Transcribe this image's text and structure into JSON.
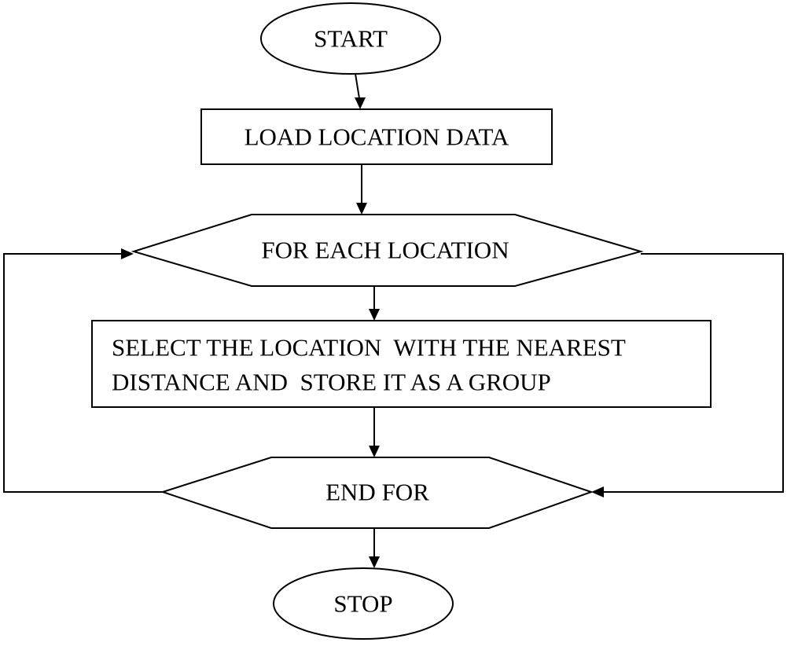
{
  "diagram": {
    "type": "flowchart",
    "nodes": {
      "start": {
        "shape": "ellipse",
        "label": "START"
      },
      "load": {
        "shape": "rectangle",
        "label": "LOAD LOCATION DATA"
      },
      "for_each": {
        "shape": "hexagon",
        "label": "FOR EACH LOCATION"
      },
      "select": {
        "shape": "rectangle",
        "line1": "SELECT THE LOCATION  WITH THE NEAREST",
        "line2": "DISTANCE AND  STORE IT AS A GROUP"
      },
      "end_for": {
        "shape": "hexagon",
        "label": "END FOR"
      },
      "stop": {
        "shape": "ellipse",
        "label": "STOP"
      }
    },
    "edges": [
      {
        "from": "start",
        "to": "load"
      },
      {
        "from": "load",
        "to": "for_each"
      },
      {
        "from": "for_each",
        "to": "select"
      },
      {
        "from": "select",
        "to": "end_for"
      },
      {
        "from": "end_for",
        "to": "stop"
      },
      {
        "from": "end_for",
        "to": "for_each",
        "kind": "loop-back"
      },
      {
        "from": "for_each",
        "to": "end_for",
        "kind": "loop-exit"
      }
    ]
  }
}
